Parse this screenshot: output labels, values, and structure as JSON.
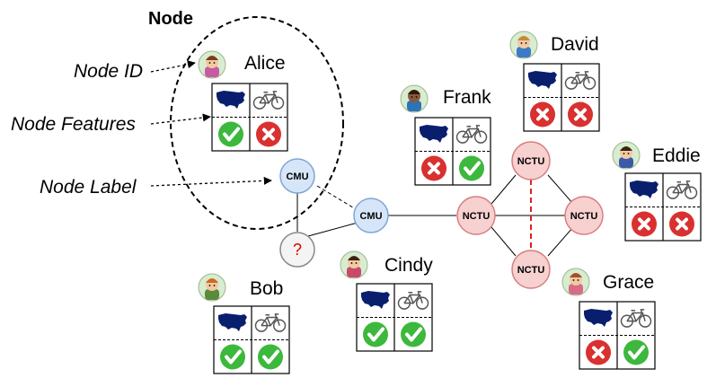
{
  "title": "Node",
  "annotations": {
    "node_id": "Node ID",
    "node_features": "Node Features",
    "node_label": "Node Label"
  },
  "node_labels": {
    "cmu": "CMU",
    "nctu": "NCTU",
    "unknown": "?"
  },
  "icons": {
    "feature_1": "usa-map-icon",
    "feature_2": "bicycle-icon",
    "positive": "check-icon",
    "negative": "cross-icon"
  },
  "colors": {
    "cmu_fill": "#d6e6f8",
    "cmu_stroke": "#7fa6d4",
    "nctu_fill": "#f7d0d0",
    "nctu_stroke": "#d77f7f",
    "check": "#3cb83c",
    "cross": "#d93030",
    "dashed_edge": "#e02020"
  },
  "persons": [
    {
      "id": "alice",
      "name": "Alice",
      "usa": true,
      "bike": false
    },
    {
      "id": "bob",
      "name": "Bob",
      "usa": true,
      "bike": true
    },
    {
      "id": "cindy",
      "name": "Cindy",
      "usa": true,
      "bike": true
    },
    {
      "id": "frank",
      "name": "Frank",
      "usa": false,
      "bike": true
    },
    {
      "id": "david",
      "name": "David",
      "usa": false,
      "bike": false
    },
    {
      "id": "eddie",
      "name": "Eddie",
      "usa": false,
      "bike": false
    },
    {
      "id": "grace",
      "name": "Grace",
      "usa": false,
      "bike": true
    }
  ]
}
